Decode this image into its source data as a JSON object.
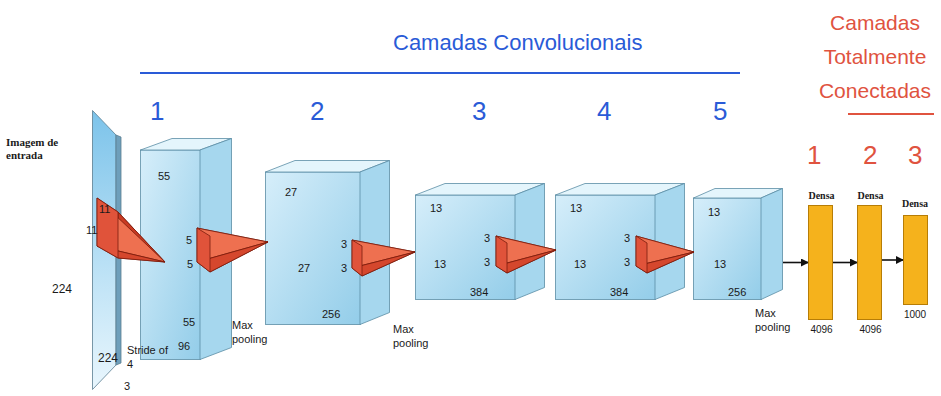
{
  "diagram": {
    "nodes": [
      {
        "text": [
          "Imagem de entrada",
          "224",
          "224",
          "3",
          "11",
          "11"
        ]
      },
      {
        "text": [
          "55",
          "5",
          "5",
          "55",
          "96"
        ]
      },
      {
        "text": [
          "27",
          "3",
          "3",
          "27",
          "256"
        ]
      },
      {
        "text": [
          "13",
          "3",
          "3",
          "13",
          "384"
        ]
      },
      {
        "text": [
          "13",
          "3",
          "3",
          "13",
          "384"
        ]
      },
      {
        "text": [
          "13",
          "13",
          "256"
        ]
      },
      {
        "text": [
          "Densa",
          "4096"
        ]
      },
      {
        "text": [
          "Densa",
          "4096"
        ]
      },
      {
        "text": [
          "Densa",
          "1000"
        ]
      }
    ],
    "edges": [
      {
        "from": 5,
        "to": 6,
        "arrow": "to"
      },
      {
        "from": 6,
        "to": 7,
        "arrow": "to"
      },
      {
        "from": 7,
        "to": 8,
        "arrow": "to"
      }
    ],
    "labels": [
      "Camadas Convolucionais",
      "1",
      "2",
      "3",
      "4",
      "5",
      "Camadas Totalmente Conectadas",
      "1",
      "2",
      "3",
      "Stride of 4",
      "Max pooling",
      "Max pooling",
      "Max pooling"
    ]
  }
}
